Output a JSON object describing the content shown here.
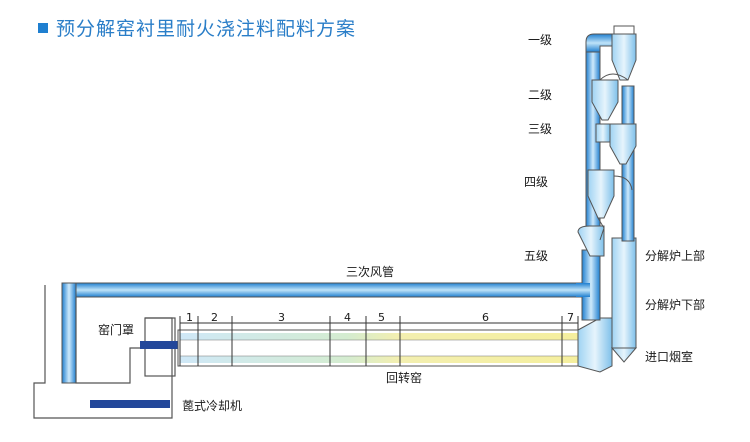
{
  "title": "预分解窑衬里耐火浇注料配料方案",
  "stages": {
    "stage1": "一级",
    "stage2": "二级",
    "stage3": "三级",
    "stage4": "四级",
    "stage5": "五级"
  },
  "labels": {
    "tertiary_air_duct": "三次风管",
    "calciner_upper": "分解炉上部",
    "calciner_lower": "分解炉下部",
    "inlet_chamber": "进口烟室",
    "kiln_hood": "窑门罩",
    "rotary_kiln": "回转窑",
    "grate_cooler": "蓖式冷却机"
  },
  "zones": [
    "1",
    "2",
    "3",
    "4",
    "5",
    "6",
    "7"
  ],
  "colors": {
    "blue": "#2e8fd6",
    "light_blue": "#8cc8ee",
    "dark_blue": "#23479a",
    "yellow": "#f5ef9e",
    "green": "#a7d89a",
    "outline": "#555555"
  }
}
